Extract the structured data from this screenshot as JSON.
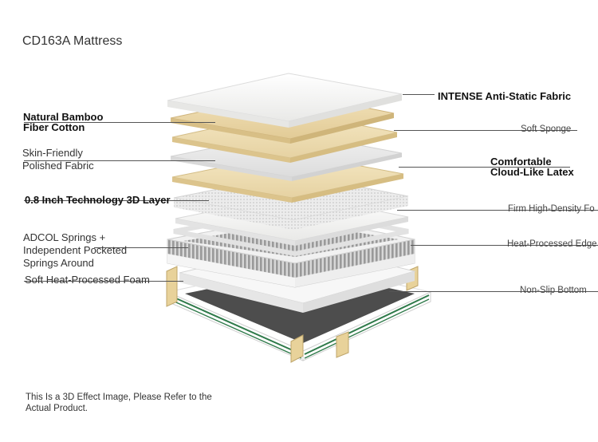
{
  "title": "CD163A Mattress",
  "disclaimer": "This Is a 3D Effect Image, Please Refer to the Actual Product.",
  "labels": {
    "anti_static_fabric": "INTENSE Anti-Static Fabric",
    "bamboo_fiber": "Natural Bamboo Fiber Cotton",
    "soft_sponge": "Soft Sponge",
    "skin_friendly": "Skin-Friendly Polished Fabric",
    "latex": "Comfortable Cloud-Like Latex",
    "layer_3d": "0.8 Inch Technology 3D Layer",
    "high_density_foam": "Firm High-Density Fo",
    "springs": "ADCOL Springs + Independent Pocketed Springs Around",
    "heat_edge": "Heat-Processed Edge",
    "heat_foam": "Soft Heat-Processed Foam",
    "non_slip": "Non-Slip Bottom"
  },
  "colors": {
    "fabric_white": "#f4f4f2",
    "cotton_beige": "#ecd9ac",
    "latex_beige": "#eedcb4",
    "gray_fabric": "#e9e9e9",
    "base_dark": "#4c4c4c",
    "green_stripe": "#2f7a4a",
    "leader_line": "#555555"
  }
}
